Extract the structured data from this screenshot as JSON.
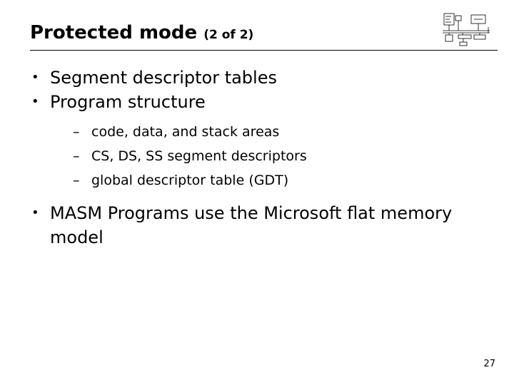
{
  "slide": {
    "title": "Protected mode",
    "subtitle": "(2 of 2)",
    "bullets": [
      {
        "marker": "•",
        "text": "Segment descriptor tables"
      },
      {
        "marker": "•",
        "text": "Program structure"
      }
    ],
    "sub_bullets": [
      {
        "marker": "–",
        "text": "code, data, and stack areas"
      },
      {
        "marker": "–",
        "text": "CS, DS, SS segment descriptors"
      },
      {
        "marker": "–",
        "text": "global descriptor table (GDT)"
      }
    ],
    "last_bullet": {
      "marker": "•",
      "text": "MASM Programs use the Microsoft flat memory model"
    },
    "page_number": "27"
  },
  "logo": {
    "icon": "computer-architecture-diagram-icon"
  }
}
